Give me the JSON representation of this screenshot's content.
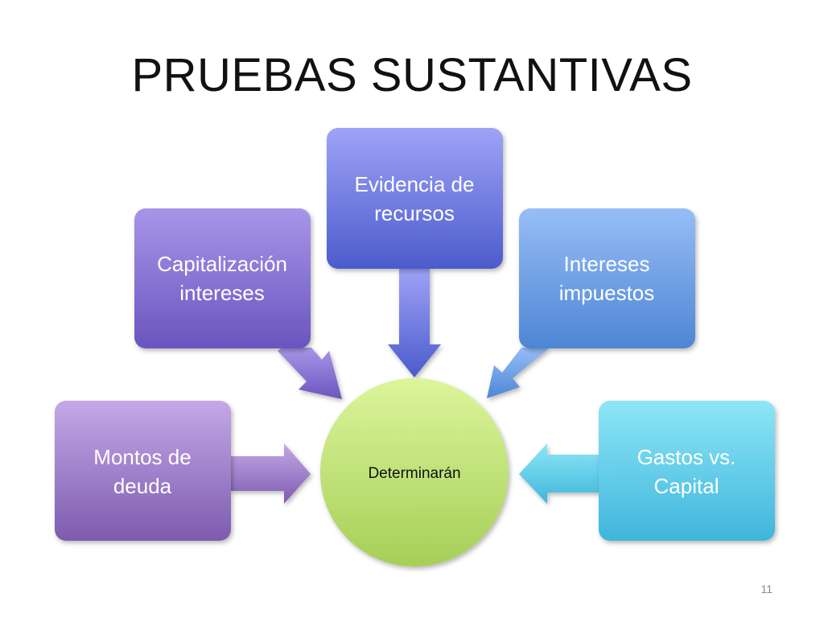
{
  "slide": {
    "title": "PRUEBAS SUSTANTIVAS",
    "page_number": "11"
  },
  "diagram": {
    "center": {
      "label": "Determinarán",
      "color": "#b9de6a"
    },
    "nodes": [
      {
        "id": "montos",
        "lines": [
          "Montos de",
          "deuda"
        ],
        "color_top": "#c4a8e6",
        "color_bottom": "#7d5bb0"
      },
      {
        "id": "capitalizacion",
        "lines": [
          "Capitalización",
          "intereses"
        ],
        "color_top": "#a795e8",
        "color_bottom": "#6a55bf"
      },
      {
        "id": "evidencia",
        "lines": [
          "Evidencia de",
          "recursos"
        ],
        "color_top": "#9ea3f7",
        "color_bottom": "#4c5bcc"
      },
      {
        "id": "intereses",
        "lines": [
          "Intereses",
          "impuestos"
        ],
        "color_top": "#97bdf6",
        "color_bottom": "#4d86d4"
      },
      {
        "id": "gastos",
        "lines": [
          "Gastos vs.",
          "Capital"
        ],
        "color_top": "#8ee6f6",
        "color_bottom": "#3fb6dc"
      }
    ]
  }
}
